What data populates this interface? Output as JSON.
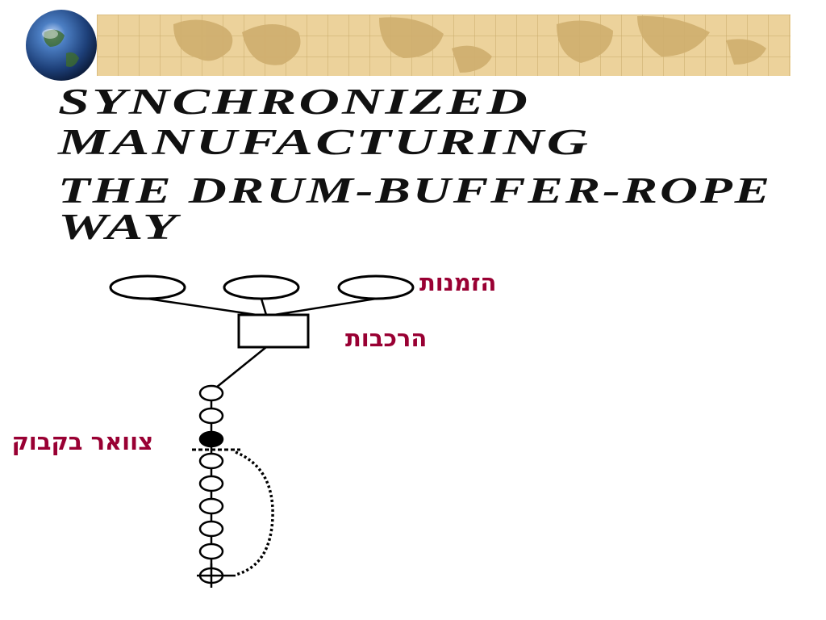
{
  "slide": {
    "title_lines": [
      "SYNCHRONIZED",
      "MANUFACTURING",
      "THE DRUM-BUFFER-ROPE",
      "WAY"
    ],
    "labels": {
      "orders": "הזמנות",
      "assembly": "הרכבות",
      "bottleneck": "צוואר בקבוק"
    }
  },
  "colors": {
    "label": "#990033",
    "banner_bg": "#e8c98a",
    "map": "#c7a25e",
    "globe": "#2b5fa0"
  },
  "icons": [
    "globe-icon",
    "world-map-banner"
  ]
}
